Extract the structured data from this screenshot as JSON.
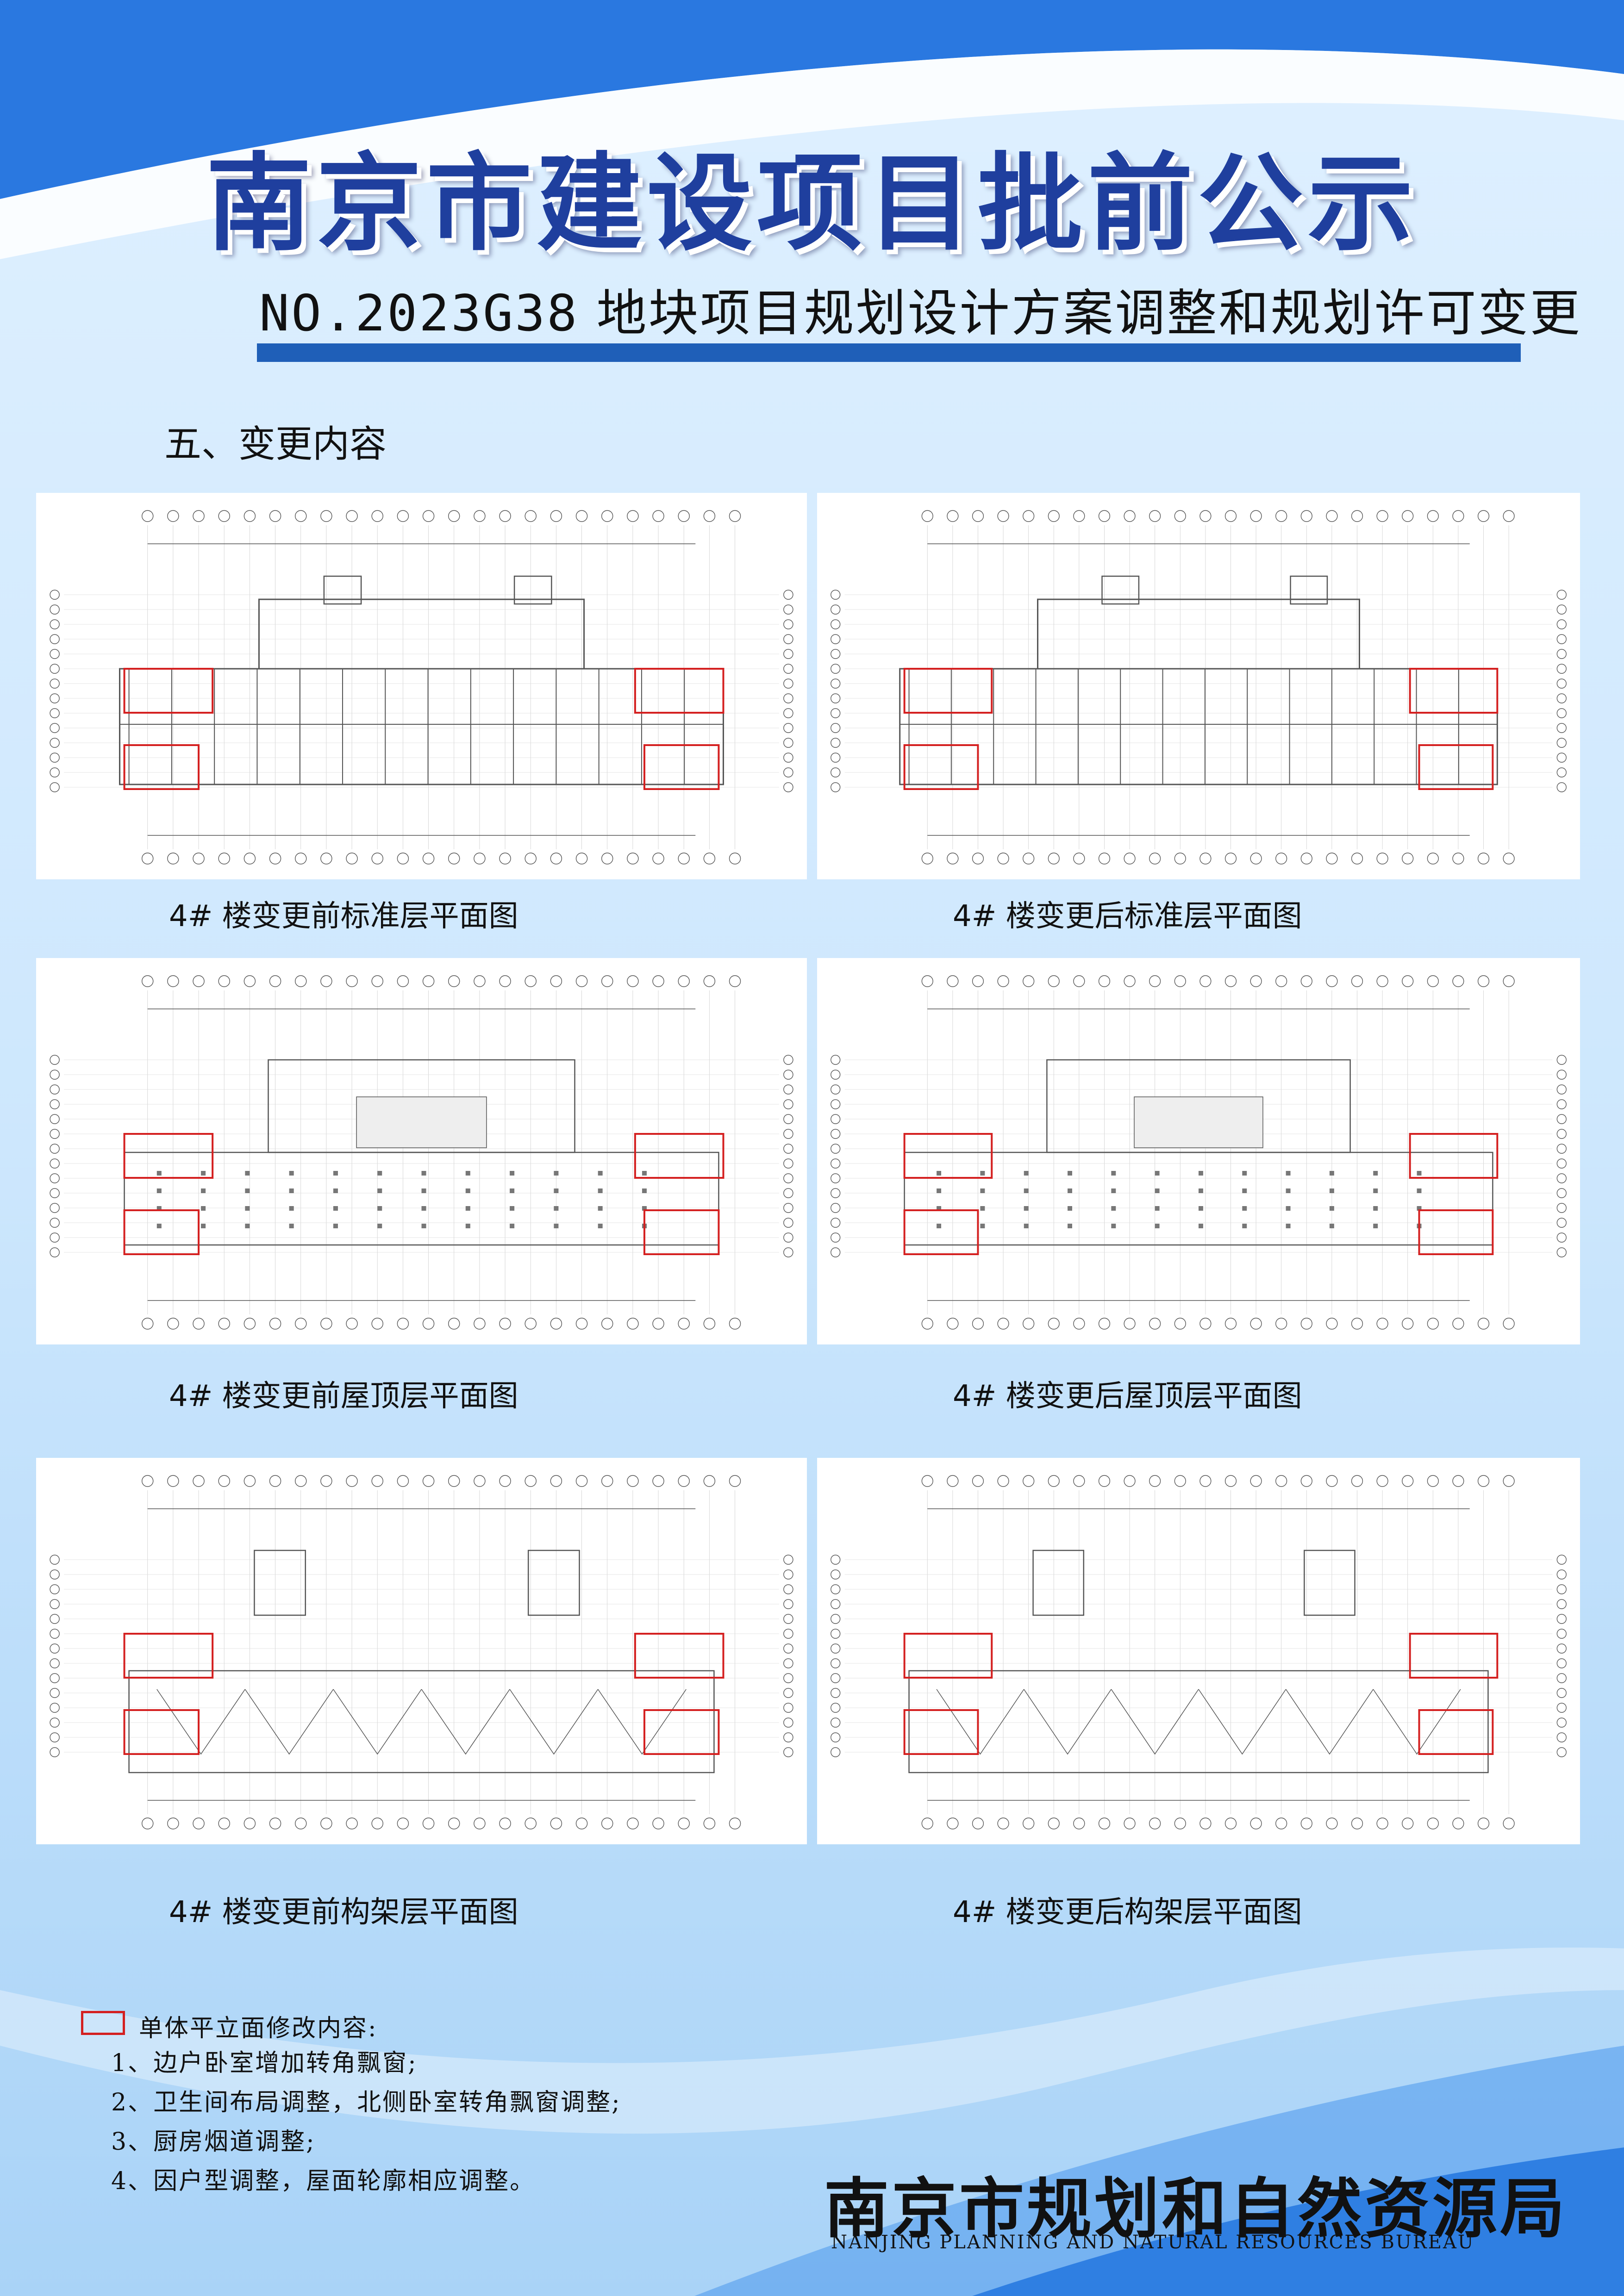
{
  "header": {
    "title": "南京市建设项目批前公示",
    "subtitle_no": "NO.2023G38",
    "subtitle_text": "地块项目规划设计方案调整和规划许可变更"
  },
  "section": {
    "heading": "五、变更内容"
  },
  "panels": [
    {
      "caption": "4# 楼变更前标准层平面图",
      "kind": "standard"
    },
    {
      "caption": "4# 楼变更后标准层平面图",
      "kind": "standard"
    },
    {
      "caption": "4# 楼变更前屋顶层平面图",
      "kind": "roof"
    },
    {
      "caption": "4# 楼变更后屋顶层平面图",
      "kind": "roof"
    },
    {
      "caption": "4# 楼变更前构架层平面图",
      "kind": "frame"
    },
    {
      "caption": "4# 楼变更后构架层平面图",
      "kind": "frame"
    }
  ],
  "notes": {
    "legend": "单体平立面修改内容:",
    "items": [
      "1、边户卧室增加转角飘窗;",
      "2、卫生间布局调整，北侧卧室转角飘窗调整;",
      "3、厨房烟道调整;",
      "4、因户型调整，屋面轮廓相应调整。"
    ]
  },
  "footer": {
    "bureau_cn": "南京市规划和自然资源局",
    "bureau_en": "NANJING PLANNING AND NATURAL RESOURCES BUREAU"
  },
  "colors": {
    "accent_blue": "#1f5fb8",
    "title_blue": "#1f3f9e",
    "highlight_red": "#d42020"
  }
}
